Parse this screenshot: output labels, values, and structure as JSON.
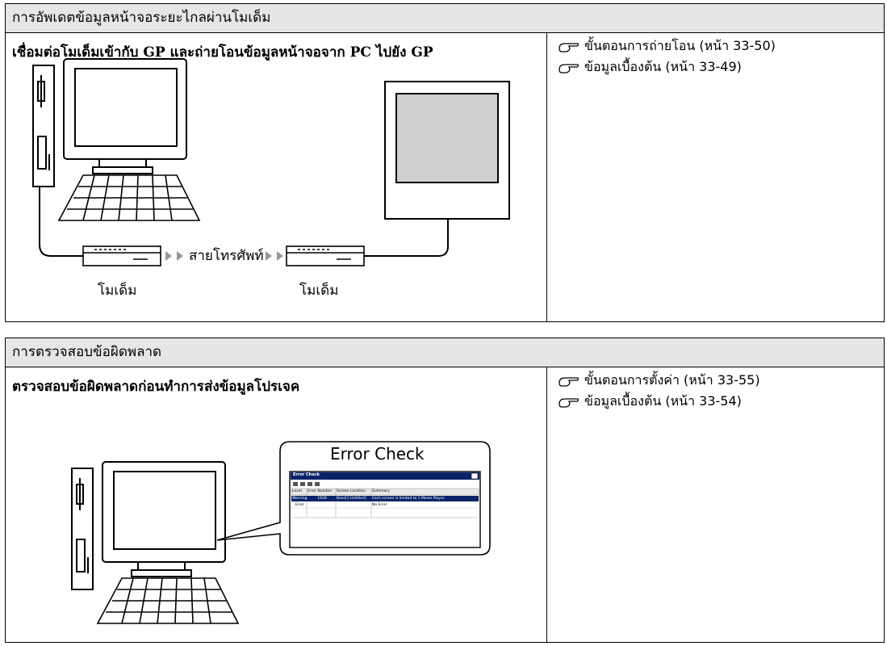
{
  "sections": [
    {
      "title": "การอัพเดตข้อมูลหน้าจอระยะไกลผ่านโมเด็ม",
      "description": "เชื่อมต่อโมเด็มเข้ากับ GP และถ่ายโอนข้อมูลหน้าจอจาก PC ไปยัง GP",
      "refs": [
        "ขั้นตอนการถ่ายโอน (หน้า 33-50)",
        "ข้อมูลเบื้องต้น (หน้า 33-49)"
      ],
      "diagram": {
        "modem_left_label": "โมเด็ม",
        "modem_right_label": "โมเด็ม",
        "line_label": "สายโทรศัพท์"
      }
    },
    {
      "title": "การตรวจสอบข้อผิดพลาด",
      "description": "ตรวจสอบข้อผิดพลาดก่อนทำการส่งข้อมูลโปรเจค",
      "refs": [
        "ขั้นตอนการตั้งค่า (หน้า 33-55)",
        "ข้อมูลเบื้องต้น (หน้า 33-54)"
      ],
      "diagram": {
        "callout_title": "Error Check",
        "window_title": "Error Check",
        "columns": [
          "Level",
          "Error Number",
          "Screen Location",
          "Summary"
        ],
        "rows": [
          [
            "Warning",
            "1628",
            "Base[1:Untitled]",
            "Each screen is limited to 1 Movie Player."
          ],
          [
            "Error",
            "",
            "",
            "No Error"
          ]
        ]
      }
    }
  ]
}
